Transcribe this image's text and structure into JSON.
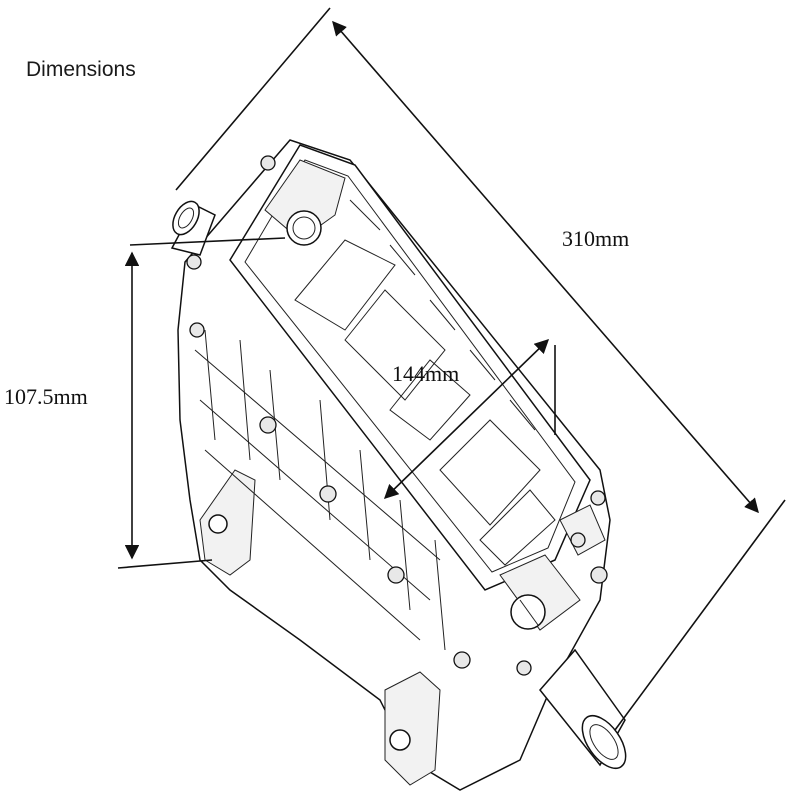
{
  "title": "Dimensions",
  "dimensions": {
    "length": "310mm",
    "width": "144mm",
    "height": "107.5mm"
  },
  "colors": {
    "line": "#111111",
    "background": "#ffffff"
  }
}
